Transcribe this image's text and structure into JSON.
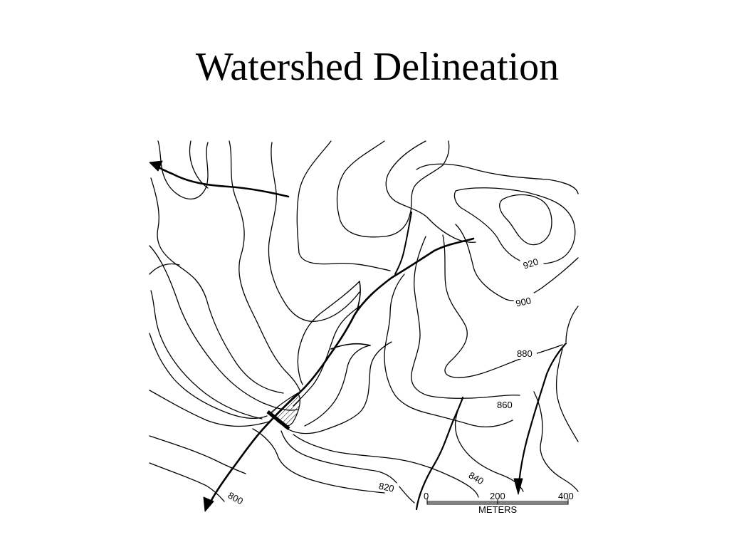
{
  "slide": {
    "title": "Watershed Delineation"
  },
  "map": {
    "contour_labels": {
      "c800": "800",
      "c820": "820",
      "c840": "840",
      "c860": "860",
      "c880": "880",
      "c900": "900",
      "c920": "920"
    },
    "scale_bar": {
      "tick_0": "0",
      "tick_200": "200",
      "tick_400": "400",
      "unit": "METERS"
    }
  }
}
